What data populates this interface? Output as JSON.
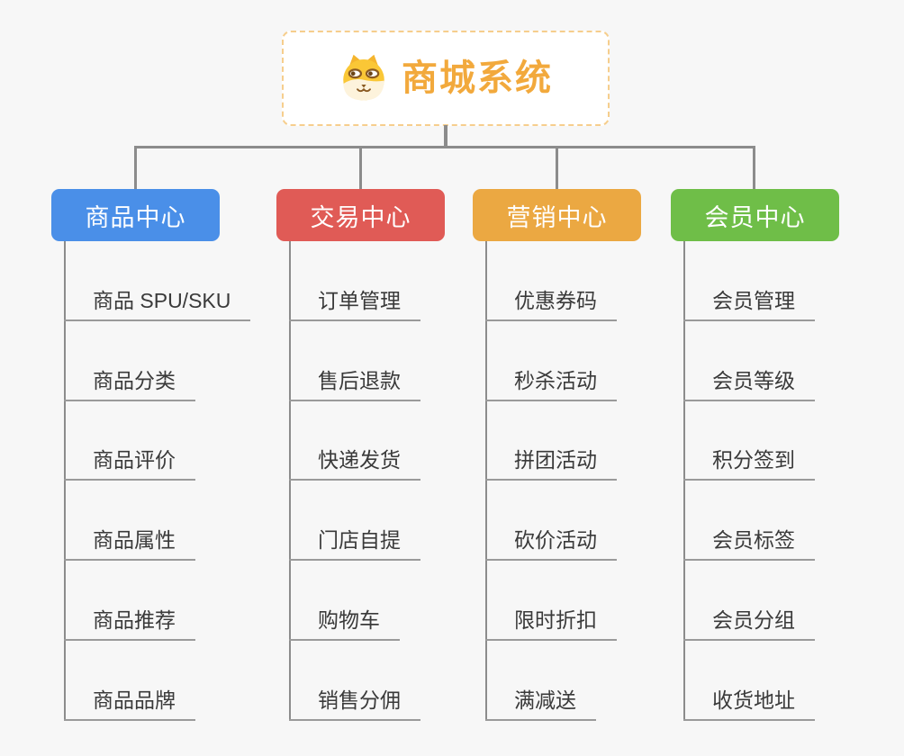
{
  "root": {
    "title": "商城系统",
    "icon": "dog-face-icon",
    "title_color": "#f2a93c",
    "border_color": "#f6ce8d"
  },
  "colors": {
    "background": "#f7f7f7",
    "connector": "#8c8c8c",
    "item_text": "#3a3a3a",
    "item_underline": "#9a9a9a"
  },
  "branches": [
    {
      "label": "商品中心",
      "color": "#4a8fe8",
      "items": [
        "商品 SPU/SKU",
        "商品分类",
        "商品评价",
        "商品属性",
        "商品推荐",
        "商品品牌"
      ]
    },
    {
      "label": "交易中心",
      "color": "#e05b56",
      "items": [
        "订单管理",
        "售后退款",
        "快递发货",
        "门店自提",
        "购物车",
        "销售分佣"
      ]
    },
    {
      "label": "营销中心",
      "color": "#eba842",
      "items": [
        "优惠券码",
        "秒杀活动",
        "拼团活动",
        "砍价活动",
        "限时折扣",
        "满减送"
      ]
    },
    {
      "label": "会员中心",
      "color": "#6fbe48",
      "items": [
        "会员管理",
        "会员等级",
        "积分签到",
        "会员标签",
        "会员分组",
        "收货地址"
      ]
    }
  ]
}
